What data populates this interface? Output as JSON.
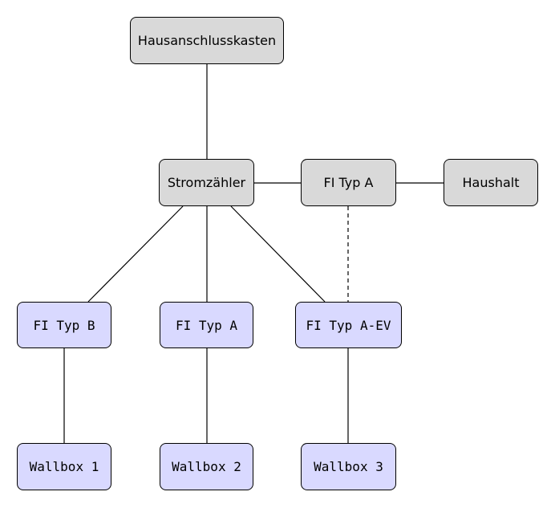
{
  "nodes": {
    "hausanschlusskasten": "Hausanschlusskasten",
    "stromzaehler": "Stromzähler",
    "fi_typ_a_haus": "FI Typ A",
    "haushalt": "Haushalt",
    "fi_typ_b": "FI Typ B",
    "fi_typ_a": "FI Typ A",
    "fi_typ_a_ev": "FI Typ A-EV",
    "wallbox_1": "Wallbox 1",
    "wallbox_2": "Wallbox 2",
    "wallbox_3": "Wallbox 3"
  },
  "colors": {
    "infrastructure_fill": "#d9d9d9",
    "charging_fill": "#d9d9ff",
    "line": "#000000"
  },
  "edges": [
    {
      "from": "hausanschlusskasten",
      "to": "stromzaehler",
      "style": "solid"
    },
    {
      "from": "stromzaehler",
      "to": "fi_typ_a_haus",
      "style": "solid"
    },
    {
      "from": "fi_typ_a_haus",
      "to": "haushalt",
      "style": "solid"
    },
    {
      "from": "stromzaehler",
      "to": "fi_typ_b",
      "style": "solid"
    },
    {
      "from": "stromzaehler",
      "to": "fi_typ_a",
      "style": "solid"
    },
    {
      "from": "stromzaehler",
      "to": "fi_typ_a_ev",
      "style": "solid"
    },
    {
      "from": "fi_typ_a_haus",
      "to": "fi_typ_a_ev",
      "style": "dashed"
    },
    {
      "from": "fi_typ_b",
      "to": "wallbox_1",
      "style": "solid"
    },
    {
      "from": "fi_typ_a",
      "to": "wallbox_2",
      "style": "solid"
    },
    {
      "from": "fi_typ_a_ev",
      "to": "wallbox_3",
      "style": "solid"
    }
  ]
}
